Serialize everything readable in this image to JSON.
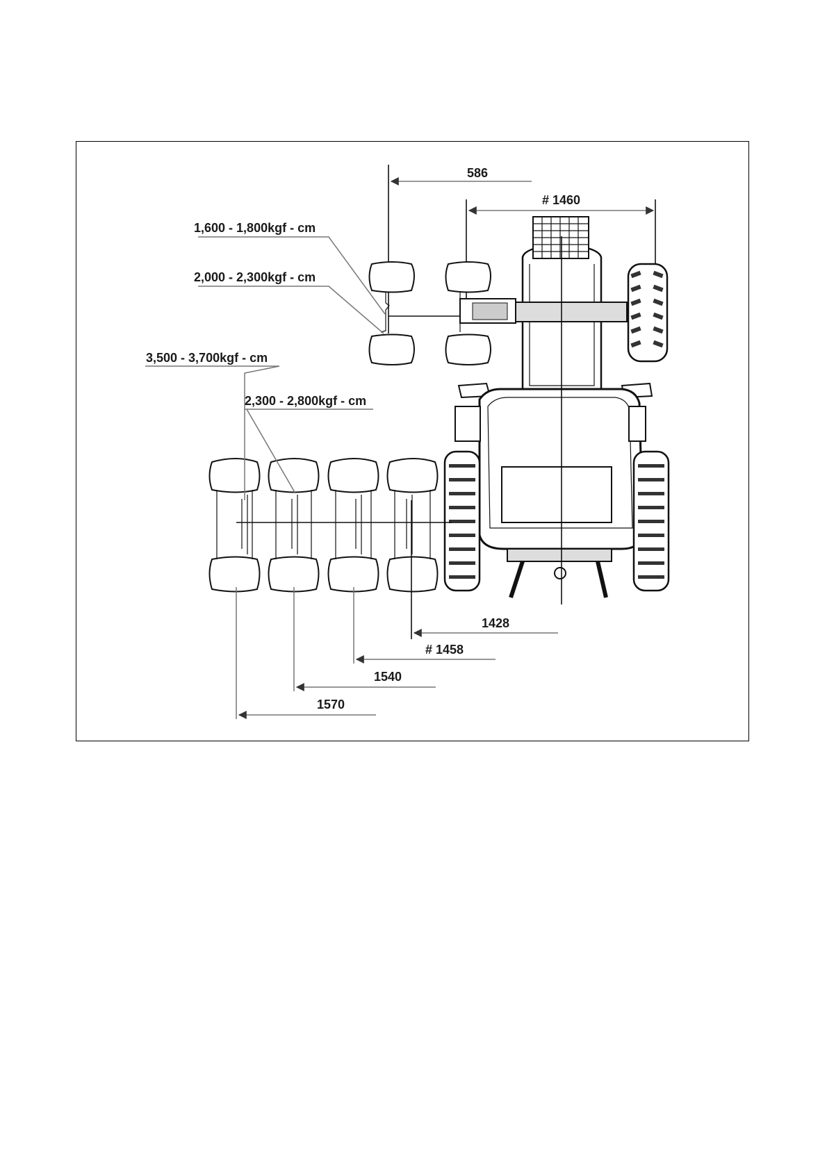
{
  "diagram": {
    "front_track": {
      "offset": "586",
      "track": "# 1460",
      "torque_upper": "1,600 - 1,800kgf - cm",
      "torque_lower": "2,000 - 2,300kgf - cm"
    },
    "rear_track": {
      "torque_outer": "3,500 - 3,700kgf - cm",
      "torque_inner": "2,300 - 2,800kgf - cm",
      "track_1": "1428",
      "track_2": "# 1458",
      "track_3": "1540",
      "track_4": "1570"
    }
  }
}
